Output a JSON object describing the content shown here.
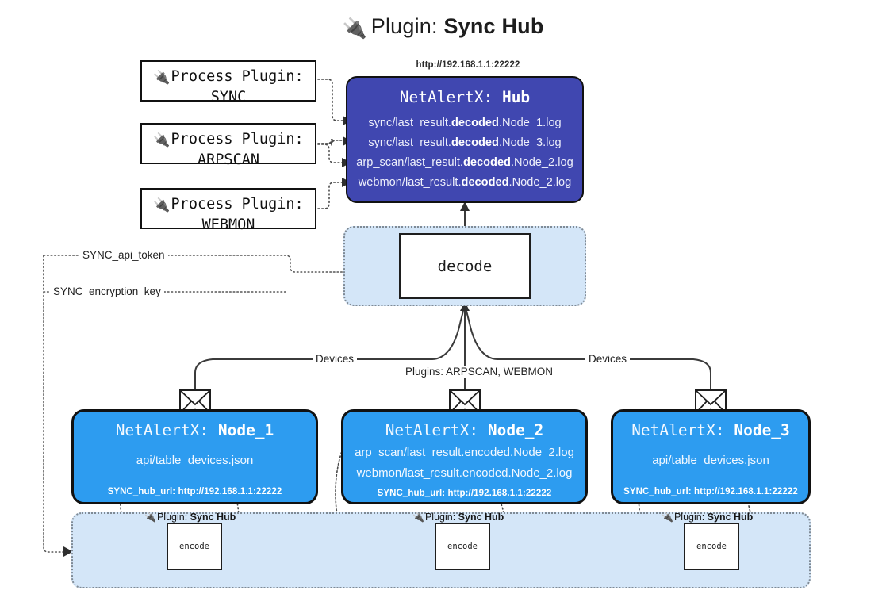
{
  "title": {
    "icon": "plug-icon",
    "prefix": "Plugin:",
    "name": "Sync Hub"
  },
  "process_plugins": [
    {
      "icon": "plug-icon",
      "label": "Process Plugin:",
      "name": "SYNC"
    },
    {
      "icon": "plug-icon",
      "label": "Process Plugin:",
      "name": "ARPSCAN"
    },
    {
      "icon": "plug-icon",
      "label": "Process Plugin:",
      "name": "WEBMON"
    }
  ],
  "hub": {
    "url": "http://192.168.1.1:22222",
    "app": "NetAlertX:",
    "name": "Hub",
    "logs": [
      {
        "pre": "sync/last_result.",
        "mid": "decoded",
        "post": ".Node_1.log"
      },
      {
        "pre": "sync/last_result.",
        "mid": "decoded",
        "post": ".Node_3.log"
      },
      {
        "pre": "arp_scan/last_result.",
        "mid": "decoded",
        "post": ".Node_2.log"
      },
      {
        "pre": "webmon/last_result.",
        "mid": "decoded",
        "post": ".Node_2.log"
      }
    ]
  },
  "decode": {
    "label": "decode"
  },
  "secrets": [
    {
      "label": "SYNC_api_token"
    },
    {
      "label": "SYNC_encryption_key"
    }
  ],
  "edge_labels": {
    "devices_left": "Devices",
    "devices_right": "Devices",
    "plugins_center": "Plugins: ARPSCAN, WEBMON"
  },
  "nodes": [
    {
      "app": "NetAlertX:",
      "name": "Node_1",
      "lines": [
        "api/table_devices.json"
      ],
      "footer": "SYNC_hub_url: http://192.168.1.1:22222"
    },
    {
      "app": "NetAlertX:",
      "name": "Node_2",
      "lines": [
        "arp_scan/last_result.encoded.Node_2.log",
        "webmon/last_result.encoded.Node_2.log"
      ],
      "footer": "SYNC_hub_url: http://192.168.1.1:22222"
    },
    {
      "app": "NetAlertX:",
      "name": "Node_3",
      "lines": [
        "api/table_devices.json"
      ],
      "footer": "SYNC_hub_url: http://192.168.1.1:22222"
    }
  ],
  "encoders": [
    {
      "plugin_prefix": "Plugin:",
      "plugin_name": "Sync Hub",
      "box_label": "encode"
    },
    {
      "plugin_prefix": "Plugin:",
      "plugin_name": "Sync Hub",
      "box_label": "encode"
    },
    {
      "plugin_prefix": "Plugin:",
      "plugin_name": "Sync Hub",
      "box_label": "encode"
    }
  ],
  "colors": {
    "hub_fill": "#4047b0",
    "node_fill": "#2d9cf0",
    "band_fill": "#d4e6f8",
    "border": "#111111",
    "line": "#3b3b3b"
  }
}
